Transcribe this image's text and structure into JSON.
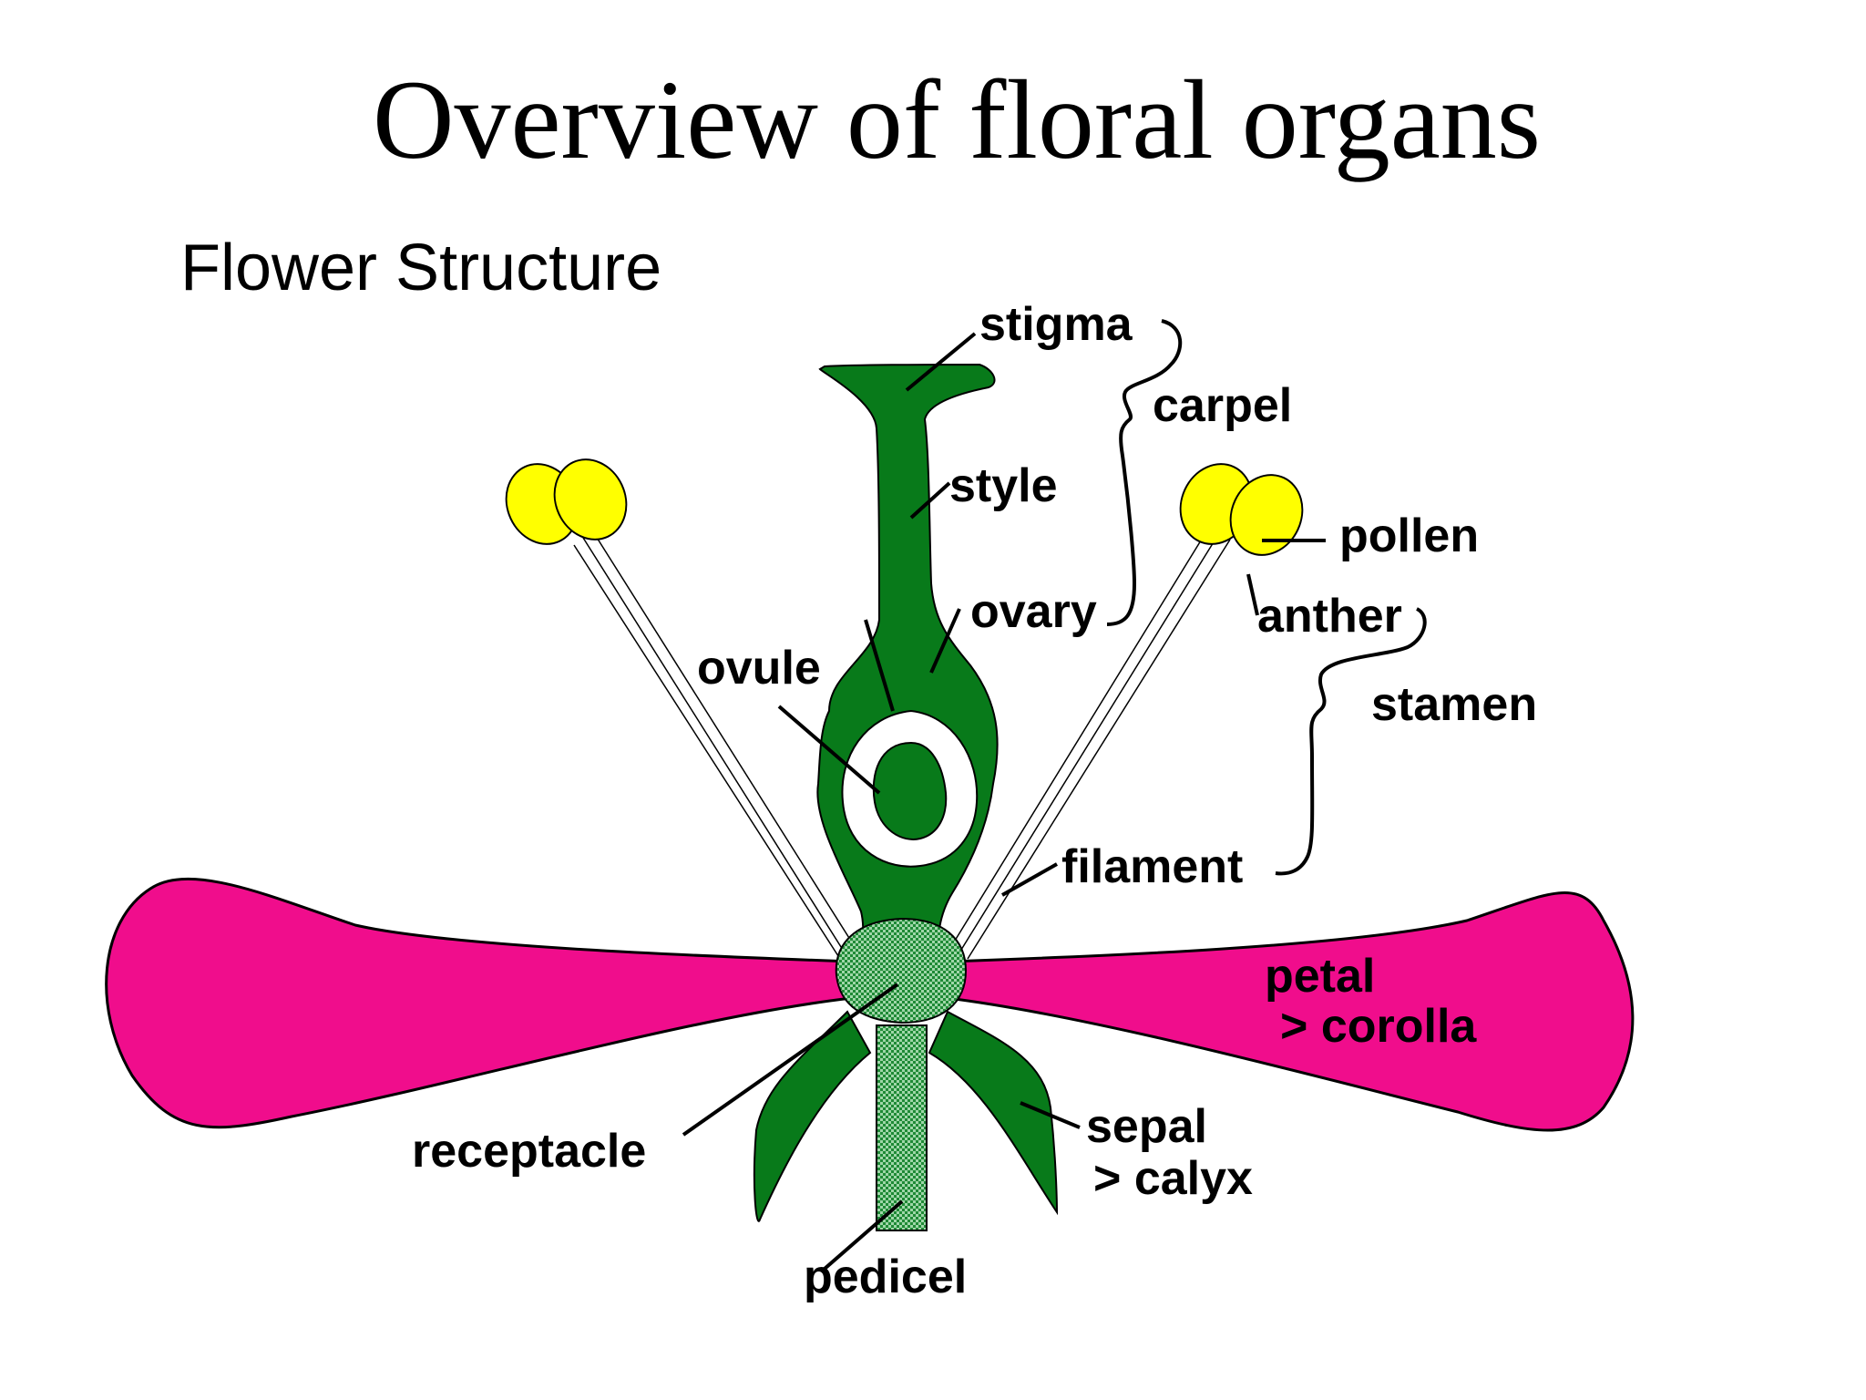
{
  "slide": {
    "title": "Overview of floral organs"
  },
  "diagram": {
    "subtitle": "Flower Structure",
    "labels": {
      "stigma": "stigma",
      "carpel": "carpel",
      "style": "style",
      "pollen": "pollen",
      "ovary": "ovary",
      "anther": "anther",
      "ovule": "ovule",
      "stamen": "stamen",
      "filament": "filament",
      "petal": "petal",
      "corolla": "> corolla",
      "receptacle": "receptacle",
      "sepal": "sepal",
      "calyx": "> calyx",
      "pedicel": "pedicel"
    },
    "colors": {
      "petal": "#f00d8c",
      "green": "#087a1a",
      "anther": "#ffff00",
      "receptacle": "#3fa85a",
      "lines": "#000000"
    }
  }
}
